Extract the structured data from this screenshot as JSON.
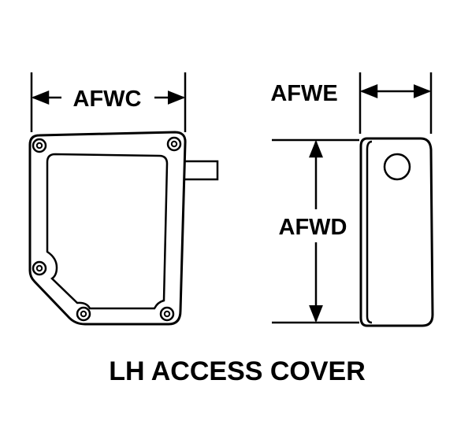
{
  "title": "LH ACCESS COVER",
  "dimensions": {
    "width_label": "AFWC",
    "depth_label": "AFWE",
    "height_label": "AFWD"
  },
  "colors": {
    "ink": "#000000",
    "background": "#ffffff"
  }
}
